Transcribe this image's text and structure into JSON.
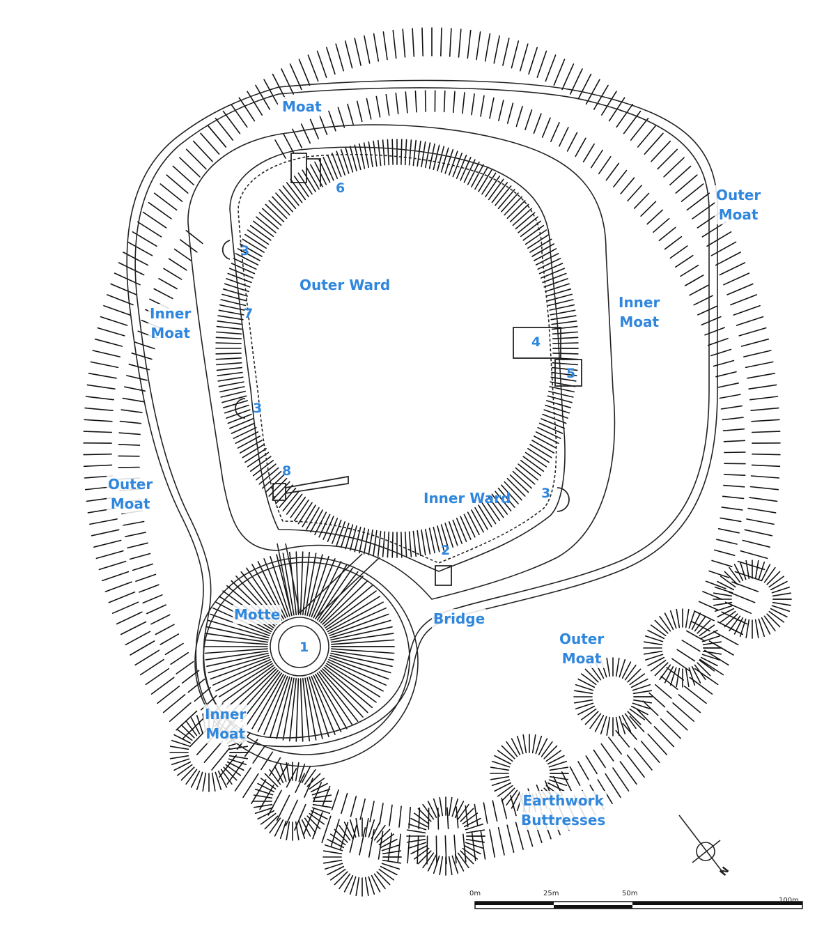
{
  "labels": {
    "moat_top": "Moat",
    "outer_moat_ne": "Outer\nMoat",
    "inner_moat_e": "Inner\nMoat",
    "inner_moat_w": "Inner\nMoat",
    "outer_moat_w": "Outer\nMoat",
    "outer_ward": "Outer Ward",
    "inner_ward": "Inner Ward",
    "motte": "Motte",
    "bridge": "Bridge",
    "outer_moat_s": "Outer\nMoat",
    "inner_moat_sw": "Inner\nMoat",
    "earthwork_buttresses": "Earthwork\nButtresses"
  },
  "numbers": {
    "n6": "6",
    "n3a": "3",
    "n7": "7",
    "n3b": "3",
    "n8": "8",
    "n4": "4",
    "n5": "5",
    "n3c": "3",
    "n2": "2",
    "n1": "1"
  },
  "scale": {
    "t0": "0m",
    "t25": "25m",
    "t50": "50m",
    "t100": "100m"
  },
  "north": "N",
  "colors": {
    "label": "#2f86dd",
    "ink": "#111111"
  }
}
